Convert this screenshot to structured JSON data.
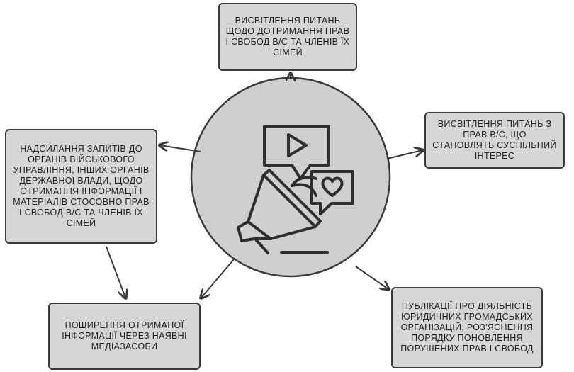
{
  "diagram": {
    "center_icon": [
      "video-play-icon",
      "heart-speech-bubble-icon",
      "megaphone-icon"
    ],
    "colors": {
      "box_fill": "#d6d6d6",
      "circle_fill": "#cfcfcf",
      "stroke": "#3a3a3a"
    },
    "nodes": {
      "top": "ВИСВІТЛЕННЯ ПИТАНЬ ЩОДО ДОТРИМАННЯ ПРАВ І СВОБОД В/С ТА ЧЛЕНІВ ЇХ СІМЕЙ",
      "right": "ВИСВІТЛЕННЯ ПИТАНЬ З ПРАВ В/С, ЩО СТАНОВЛЯТЬ СУСПІЛЬНИЙ ІНТЕРЕС",
      "left": "НАДСИЛАННЯ ЗАПИТІВ ДО ОРГАНІВ ВІЙСЬКОВОГО УПРАВЛІННЯ, ІНШИХ ОРГАНІВ ДЕРЖАВНОЇ ВЛАДИ, ЩОДО ОТРИМАННЯ ІНФОРМАЦІЇ І МАТЕРІАЛІВ СТОСОВНО ПРАВ І СВОБОД В/С ТА ЧЛЕНІВ ЇХ СІМЕЙ",
      "bottom_left": "ПОШИРЕННЯ ОТРИМАНОЇ ІНФОРМАЦІЇ ЧЕРЕЗ НАЯВНІ МЕДІАЗАСОБИ",
      "bottom_right": "ПУБЛІКАЦІЇ ПРО ДІЯЛЬНІСТЬ ЮРИДИЧНИХ ГРОМАДСЬКИХ ОРГАНІЗАЦІЙ, РОЗ'ЯСНЕННЯ ПОРЯДКУ ПОНОВЛЕННЯ ПОРУШЕНИХ ПРАВ І СВОБОД"
    }
  }
}
